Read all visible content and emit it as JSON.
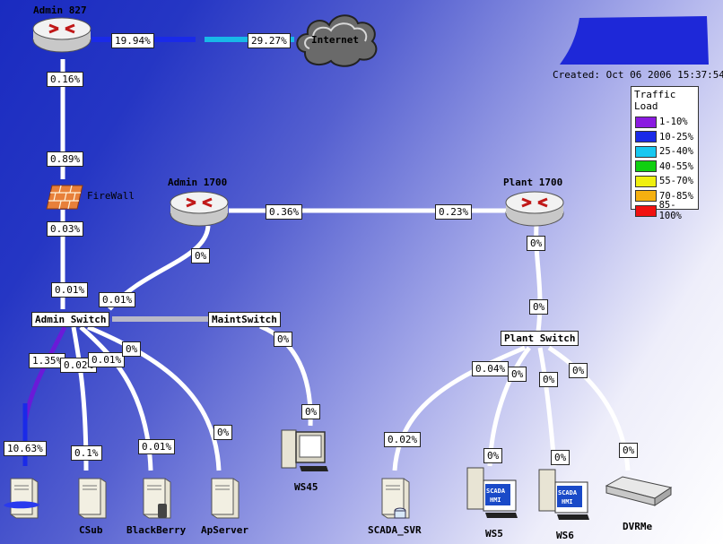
{
  "routers": {
    "admin827": "Admin 827",
    "admin1700": "Admin 1700",
    "plant1700": "Plant 1700"
  },
  "internet_label": "Internet",
  "firewall_label": "FireWall",
  "switches": {
    "admin": "Admin Switch",
    "maint": "MaintSwitch",
    "plant": "Plant Switch"
  },
  "hosts": {
    "csub": "CSub",
    "blackberry": "BlackBerry",
    "apserver": "ApServer",
    "ws45": "WS45",
    "scada_svr": "SCADA_SVR",
    "ws5": "WS5",
    "ws6": "WS6",
    "dvrme": "DVRMe",
    "scada_badge": "SCADA",
    "hmi_badge": "HMI"
  },
  "created": "Created: Oct 06 2006 15:37:54",
  "legend": {
    "title": "Traffic Load",
    "items": [
      {
        "label": "1-10%",
        "color": "#8a1ae0"
      },
      {
        "label": "10-25%",
        "color": "#1a2ae8"
      },
      {
        "label": "25-40%",
        "color": "#18c8f0"
      },
      {
        "label": "40-55%",
        "color": "#10d010"
      },
      {
        "label": "55-70%",
        "color": "#f0f010"
      },
      {
        "label": "70-85%",
        "color": "#f5b010"
      },
      {
        "label": "85-100%",
        "color": "#f01010"
      }
    ]
  },
  "link_labels": {
    "admin827_out": "19.94%",
    "internet_in": "29.27%",
    "admin827_down": "0.16%",
    "fw_up": "0.89%",
    "fw_down": "0.03%",
    "adminsw_up": "0.01%",
    "admin1700_to_sw": "0%",
    "adminsw_to_1700": "0.01%",
    "a1700_to_p1700": "0.36%",
    "p1700_to_a1700": "0.23%",
    "p1700_down": "0%",
    "plantsw_up": "0%",
    "host1": "1.35%",
    "host1_in": "10.63%",
    "csub_a": "0.02%",
    "csub_b": "0.1%",
    "bb_a": "0.01%",
    "bb_b": "0.01%",
    "ap_a": "0%",
    "ap_b": "0%",
    "ws45_a": "0%",
    "ws45_b": "0%",
    "scada_a": "0.04%",
    "scada_b": "0.02%",
    "ws5_a": "0%",
    "ws5_b": "0%",
    "ws6_a": "0%",
    "ws6_b": "0%",
    "dvr_a": "0%",
    "dvr_b": "0%"
  },
  "colors": {
    "link_white": "#ffffff",
    "link_grey": "#b8b8c8",
    "internet_link": "#18b8e8",
    "host1_link": "#6a1ad8",
    "host1_in_link": "#1a2ae8"
  }
}
